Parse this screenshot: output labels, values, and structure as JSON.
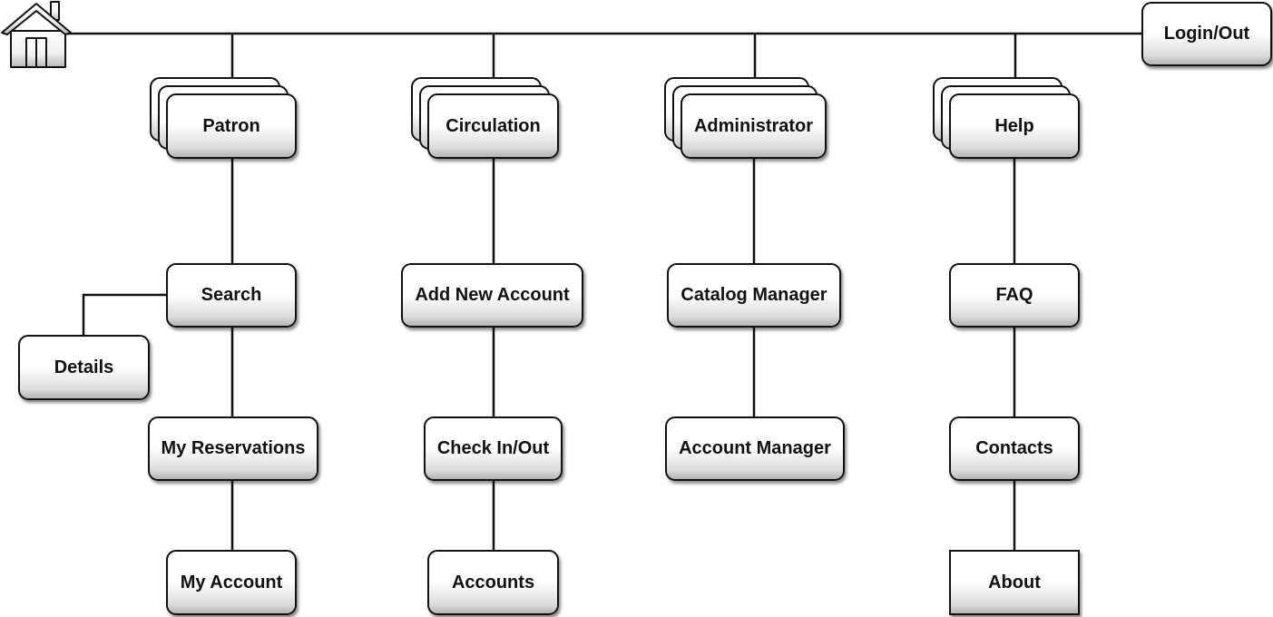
{
  "home": {
    "icon": "house-icon"
  },
  "login_label": "Login/Out",
  "sections": [
    {
      "id": "patron",
      "label": "Patron",
      "items": [
        "Search",
        "My Reservations",
        "My Account"
      ],
      "sub": {
        "label": "Details"
      }
    },
    {
      "id": "circulation",
      "label": "Circulation",
      "items": [
        "Add New Account",
        "Check In/Out",
        "Accounts"
      ]
    },
    {
      "id": "administrator",
      "label": "Administrator",
      "items": [
        "Catalog Manager",
        "Account Manager"
      ]
    },
    {
      "id": "help",
      "label": "Help",
      "items": [
        "FAQ",
        "Contacts",
        "About"
      ]
    }
  ]
}
